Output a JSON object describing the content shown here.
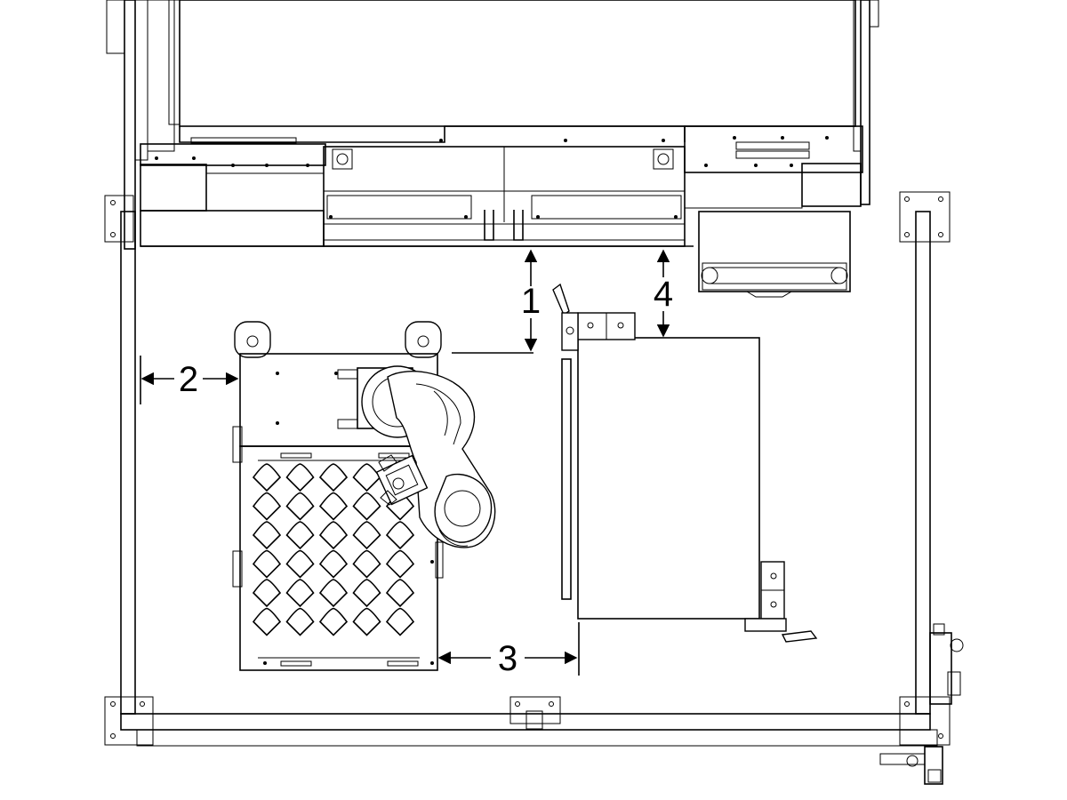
{
  "diagram": {
    "callouts": {
      "dim1": "1",
      "dim2": "2",
      "dim3": "3",
      "dim4": "4"
    },
    "pocket_grid": {
      "rows": 6,
      "cols": 5
    }
  }
}
